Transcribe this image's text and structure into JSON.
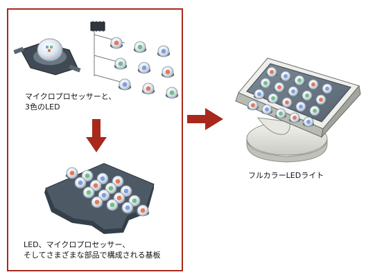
{
  "captions": {
    "top_line1": "マイクロプロセッサーと、",
    "top_line2": "3色のLED",
    "bottom_line1": "LED、マイクロプロセッサー、",
    "bottom_line2": "そしてさまざまな部品で構成される基板",
    "right": "フルカラーLEDライト"
  },
  "colors": {
    "frame": "#a8281c",
    "arrow": "#a8281c",
    "led_red": "#e07a5a",
    "led_green": "#6fbf86",
    "led_blue": "#7d9fe0",
    "board": "#4d5a66"
  }
}
